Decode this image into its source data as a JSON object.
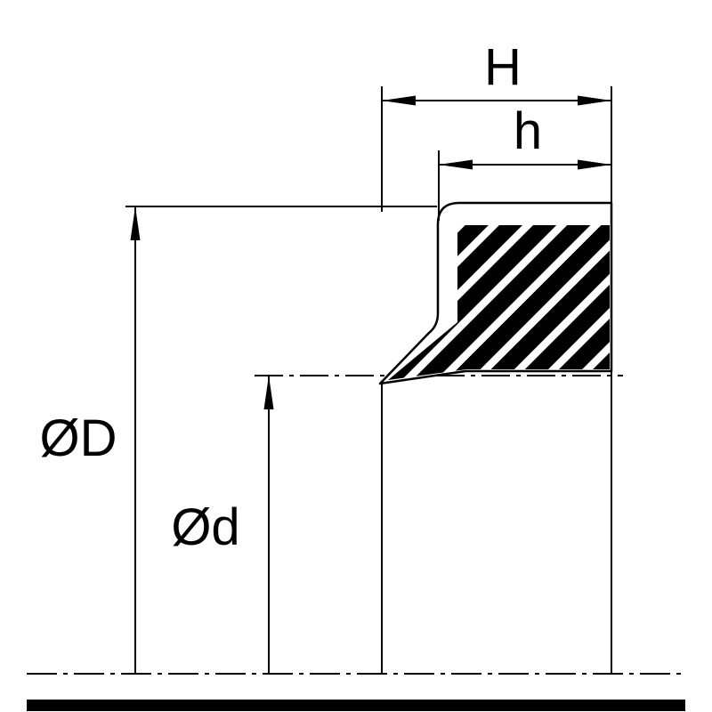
{
  "drawing": {
    "type": "seal-cross-section",
    "colors": {
      "line": "#000000",
      "background": "#ffffff",
      "section_fill": "#000000"
    },
    "dimensions": {
      "total_width": {
        "label": "H"
      },
      "body_width": {
        "label": "h"
      },
      "outer_diameter": {
        "label": "ØD"
      },
      "inner_diameter": {
        "label": "Ød"
      }
    }
  }
}
